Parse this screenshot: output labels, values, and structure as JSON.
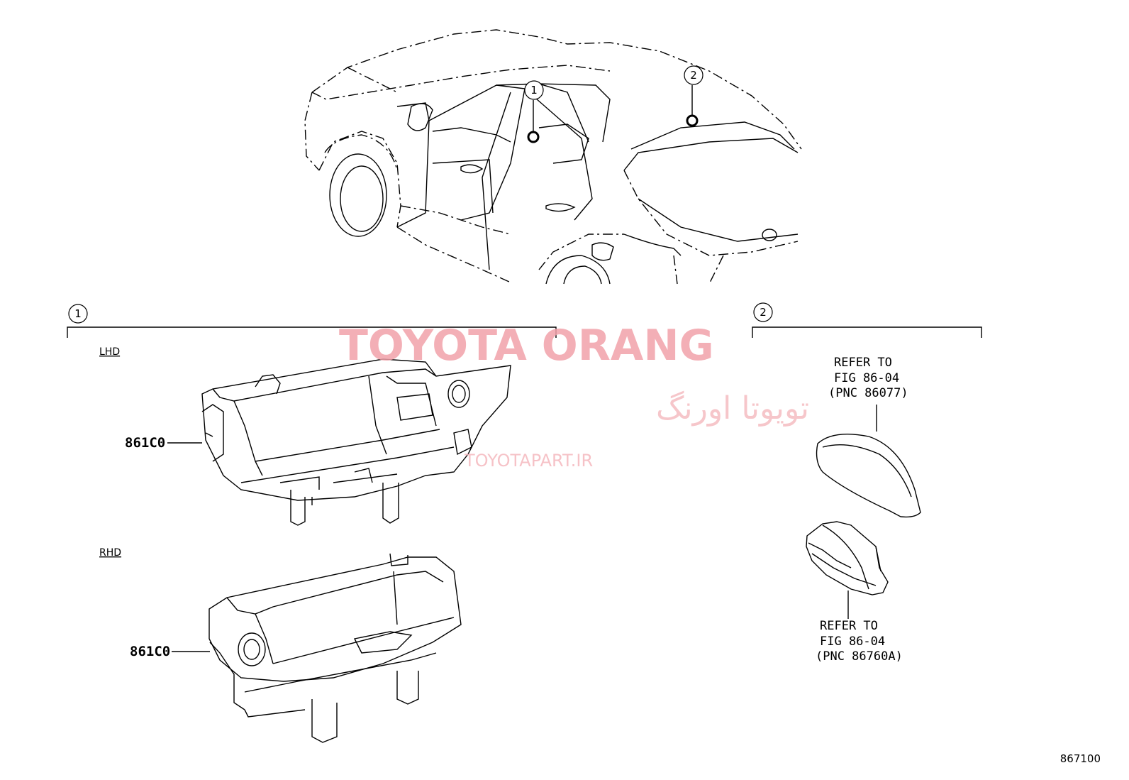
{
  "callouts": {
    "top_1": "1",
    "top_2": "2",
    "section_1": "1",
    "section_2": "2"
  },
  "section1": {
    "lhd_label": "LHD",
    "rhd_label": "RHD",
    "lhd_part": "861C0",
    "rhd_part": "861C0"
  },
  "section2": {
    "ref_upper": [
      "REFER TO",
      "FIG 86-04",
      "(PNC 86077)"
    ],
    "ref_lower": [
      "REFER TO",
      "FIG 86-04",
      "(PNC 86760A)"
    ]
  },
  "watermark": {
    "brand": "TOYOTA ORANG",
    "brand_fa": "تویوتا اورنگ",
    "site": "TOYOTAPART.IR"
  },
  "figure_number": "867100"
}
